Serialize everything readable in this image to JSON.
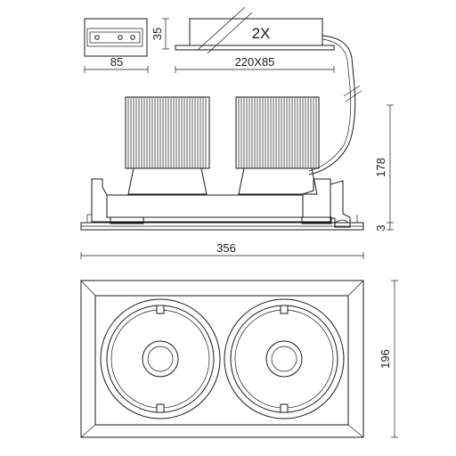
{
  "dimensions": {
    "driver_small_width": "85",
    "driver_small_height": "35",
    "driver_large": "220X85",
    "quantity": "2X",
    "total_width": "356",
    "body_height": "178",
    "flange_height": "3",
    "front_height": "196"
  }
}
